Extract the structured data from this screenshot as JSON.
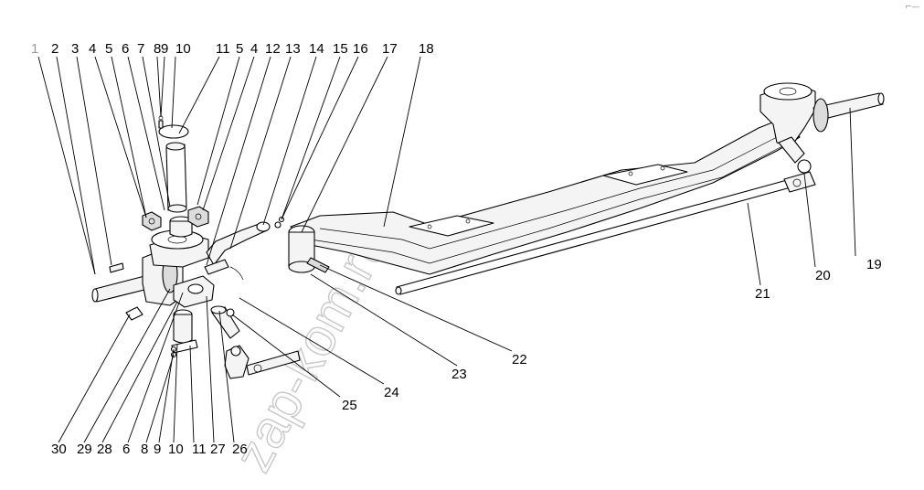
{
  "watermark": "zap-kom.ru",
  "top_labels": [
    {
      "id": "l1",
      "text": "1"
    },
    {
      "id": "l2",
      "text": "2"
    },
    {
      "id": "l3",
      "text": "3"
    },
    {
      "id": "l4",
      "text": "4"
    },
    {
      "id": "l5",
      "text": "5"
    },
    {
      "id": "l6",
      "text": "6"
    },
    {
      "id": "l7",
      "text": "7"
    },
    {
      "id": "l8",
      "text": "8"
    },
    {
      "id": "l9",
      "text": "9"
    },
    {
      "id": "l10",
      "text": "10"
    },
    {
      "id": "l11",
      "text": "11"
    },
    {
      "id": "l5b",
      "text": "5"
    },
    {
      "id": "l4b",
      "text": "4"
    },
    {
      "id": "l12",
      "text": "12"
    },
    {
      "id": "l13",
      "text": "13"
    },
    {
      "id": "l14",
      "text": "14"
    },
    {
      "id": "l15",
      "text": "15"
    },
    {
      "id": "l16",
      "text": "16"
    },
    {
      "id": "l17",
      "text": "17"
    },
    {
      "id": "l18",
      "text": "18"
    }
  ],
  "bottom_labels": [
    {
      "id": "b30",
      "text": "30"
    },
    {
      "id": "b29",
      "text": "29"
    },
    {
      "id": "b28",
      "text": "28"
    },
    {
      "id": "b6",
      "text": "6"
    },
    {
      "id": "b8",
      "text": "8"
    },
    {
      "id": "b9",
      "text": "9"
    },
    {
      "id": "b10",
      "text": "10"
    },
    {
      "id": "b11",
      "text": "11"
    },
    {
      "id": "b27",
      "text": "27"
    },
    {
      "id": "b26",
      "text": "26"
    }
  ],
  "side_labels": [
    {
      "id": "s19",
      "text": "19"
    },
    {
      "id": "s20",
      "text": "20"
    },
    {
      "id": "s21",
      "text": "21"
    },
    {
      "id": "s22",
      "text": "22"
    },
    {
      "id": "s23",
      "text": "23"
    },
    {
      "id": "s24",
      "text": "24"
    },
    {
      "id": "s25",
      "text": "25"
    }
  ]
}
